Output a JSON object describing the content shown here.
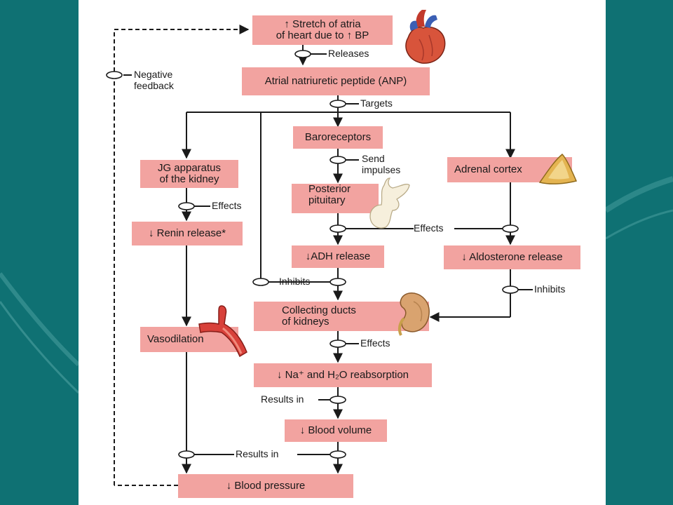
{
  "colors": {
    "slide_background": "#0f7173",
    "panel": "#ffffff",
    "box_fill": "#f2a3a0",
    "line": "#1a1a1a"
  },
  "boxes": {
    "stretch_line1": "↑ Stretch of atria",
    "stretch_line2": "of heart due to ↑ BP",
    "anp": "Atrial natriuretic peptide (ANP)",
    "baroreceptors": "Baroreceptors",
    "jg_line1": "JG apparatus",
    "jg_line2": "of the kidney",
    "adrenal_cortex": "Adrenal cortex",
    "posterior_line1": "Posterior",
    "posterior_line2": "pituitary",
    "renin": "↓ Renin release*",
    "adh": "↓ADH release",
    "aldosterone": "↓ Aldosterone release",
    "collecting_line1": "Collecting ducts",
    "collecting_line2": "of kidneys",
    "vasodilation": "Vasodilation",
    "reabsorption": "↓ Na⁺ and H₂O reabsorption",
    "blood_volume": "↓ Blood volume",
    "blood_pressure": "↓ Blood pressure"
  },
  "labels": {
    "releases": "Releases",
    "targets": "Targets",
    "send": "Send",
    "impulses": "impulses",
    "effects_jg": "Effects",
    "effects_center": "Effects",
    "inhibits_left": "Inhibits",
    "inhibits_right": "Inhibits",
    "effects_collecting": "Effects",
    "results_in_volume": "Results in",
    "results_in_pressure": "Results in",
    "negative": "Negative",
    "feedback": "feedback"
  },
  "icons": [
    "heart-icon",
    "adrenal-gland-icon",
    "pituitary-gland-icon",
    "kidney-icon",
    "blood-vessel-icon"
  ]
}
